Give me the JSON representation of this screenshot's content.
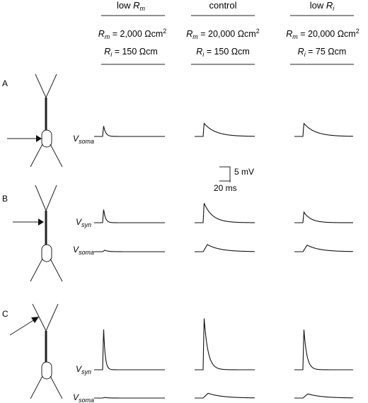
{
  "columns": [
    {
      "head": {
        "main": "low ",
        "sub": "m",
        "pre": "R"
      },
      "rm": {
        "sym": "R",
        "sub": "m",
        "value": " = 2,000 Ωcm",
        "sup": "2"
      },
      "ri": {
        "sym": "R",
        "sub": "i",
        "value": " = 150 Ωcm"
      }
    },
    {
      "head_text": "control",
      "rm": {
        "sym": "R",
        "sub": "m",
        "value": " = 20,000 Ωcm",
        "sup": "2"
      },
      "ri": {
        "sym": "R",
        "sub": "i",
        "value": " = 150 Ωcm"
      }
    },
    {
      "head": {
        "main": "low ",
        "sub": "i",
        "pre": "R"
      },
      "rm": {
        "sym": "R",
        "sub": "m",
        "value": " = 20,000 Ωcm",
        "sup": "2"
      },
      "ri": {
        "sym": "R",
        "sub": "i",
        "value": " = 75 Ωcm"
      }
    }
  ],
  "panels": [
    "A",
    "B",
    "C"
  ],
  "trace_labels": {
    "vsoma": {
      "sym": "V",
      "sub": "soma"
    },
    "vsyn": {
      "sym": "V",
      "sub": "syn"
    }
  },
  "scale_bar": {
    "voltage": "5 mV",
    "time": "20 ms"
  },
  "traces": {
    "A_soma": [
      3.6,
      4.4,
      4.4
    ],
    "B_syn": [
      4.6,
      6.6,
      3.6
    ],
    "B_soma": [
      0.5,
      2.4,
      2.2
    ],
    "C_syn": [
      14.2,
      17.6,
      13.8
    ],
    "C_soma": [
      0.2,
      1.6,
      1.4
    ]
  }
}
